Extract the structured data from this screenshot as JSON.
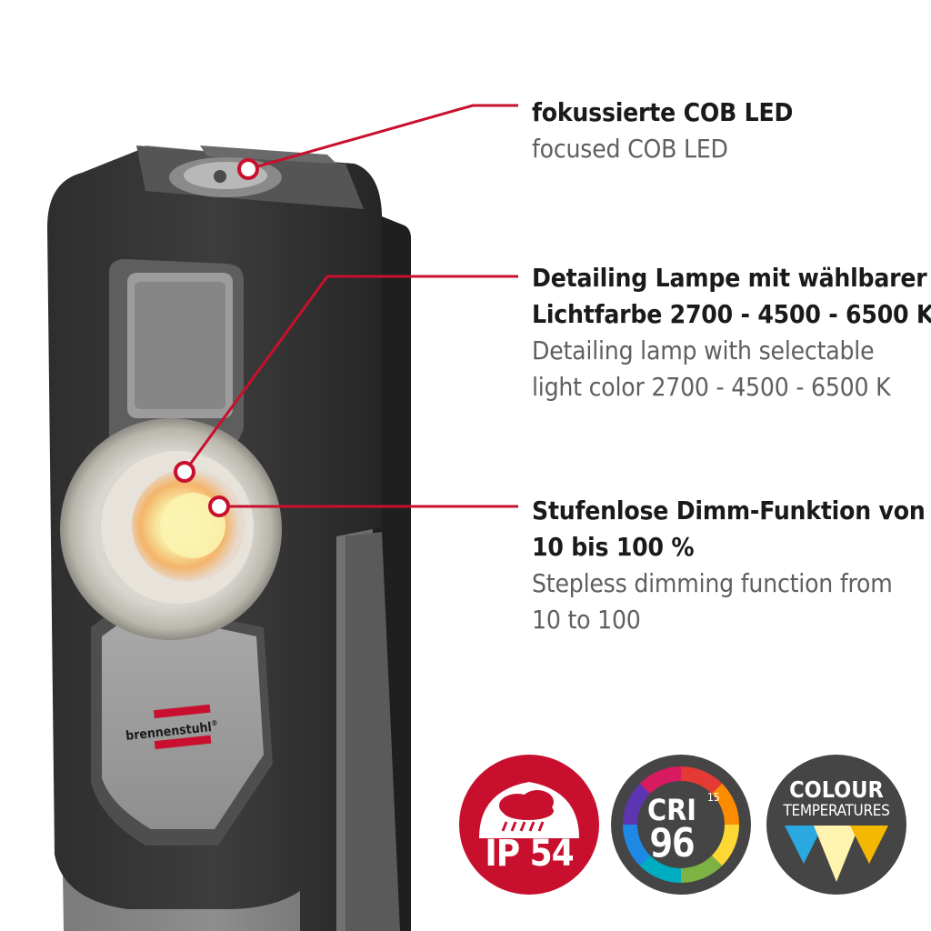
{
  "callouts": [
    {
      "de": [
        "fokussierte COB LED"
      ],
      "en": [
        "focused COB LED"
      ]
    },
    {
      "de": [
        "Detailing Lampe mit wählbarer",
        "Lichtfarbe 2700 - 4500 - 6500 K"
      ],
      "en": [
        "Detailing lamp with selectable",
        "light color 2700 - 4500 - 6500 K"
      ]
    },
    {
      "de": [
        "Stufenlose Dimm-Funktion von",
        "10 bis 100 %"
      ],
      "en": [
        "Stepless dimming function from",
        "10 to 100"
      ]
    }
  ],
  "badges": {
    "ip": {
      "label": "IP 54"
    },
    "cri": {
      "word": "CRI",
      "superscript": "15",
      "value": "96"
    },
    "colour": {
      "line1": "COLOUR",
      "line2": "TEMPERATURES"
    }
  },
  "brand": {
    "name": "brennenstuhl",
    "reg": "®"
  },
  "colors": {
    "accent_red": "#c8102e",
    "housing_dark": "#3a3a3a",
    "housing_grey": "#6d6d6d",
    "badge_dark": "#454545",
    "text_primary": "#1a1a1a",
    "text_secondary": "#5f5f5f"
  },
  "icons": [
    "rain-cloud-icon",
    "cri-color-wheel-icon",
    "colour-temperature-triangles-icon"
  ]
}
